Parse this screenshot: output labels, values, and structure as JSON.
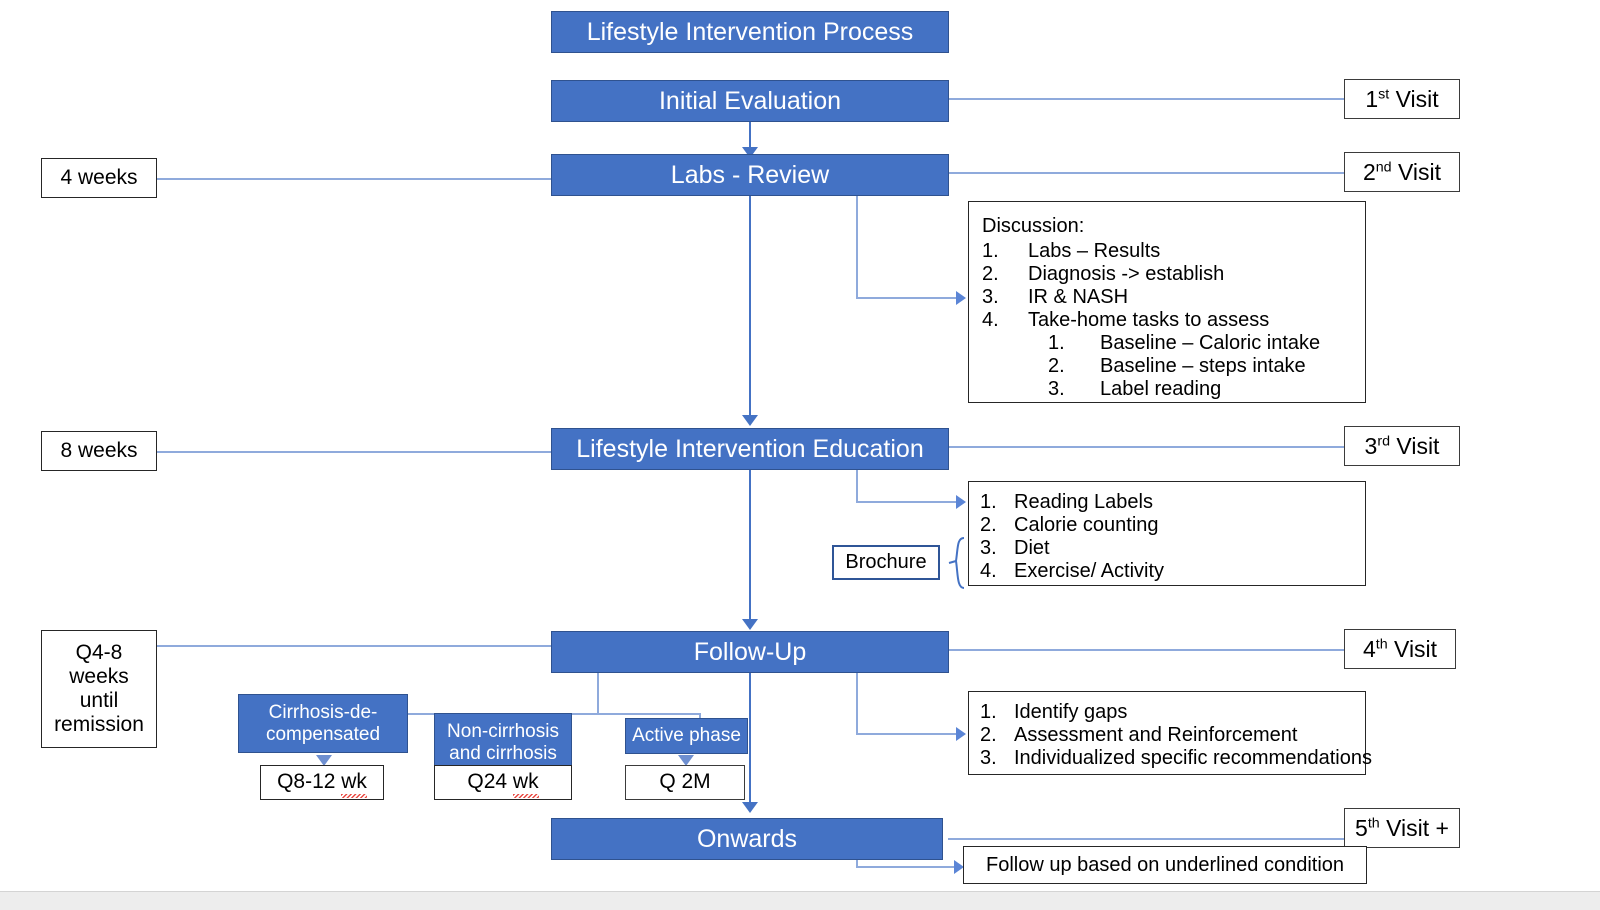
{
  "diagram": {
    "title": "Lifestyle Intervention Process",
    "stages": [
      {
        "id": "initial-evaluation",
        "label": "Initial Evaluation"
      },
      {
        "id": "labs-review",
        "label": "Labs - Review"
      },
      {
        "id": "lifestyle-intervention-education",
        "label": "Lifestyle Intervention Education"
      },
      {
        "id": "follow-up",
        "label": "Follow-Up"
      },
      {
        "id": "onwards",
        "label": "Onwards"
      }
    ],
    "visits": [
      {
        "id": "visit-1",
        "ordinal": "1",
        "suffix": "st",
        "word": "Visit",
        "plus": ""
      },
      {
        "id": "visit-2",
        "ordinal": "2",
        "suffix": "nd",
        "word": "Visit",
        "plus": ""
      },
      {
        "id": "visit-3",
        "ordinal": "3",
        "suffix": "rd",
        "word": "Visit",
        "plus": ""
      },
      {
        "id": "visit-4",
        "ordinal": "4",
        "suffix": "th",
        "word": "Visit",
        "plus": ""
      },
      {
        "id": "visit-5",
        "ordinal": "5",
        "suffix": "th",
        "word": "Visit",
        "plus": " +"
      }
    ],
    "intervals": {
      "four_weeks": "4 weeks",
      "eight_weeks": "8 weeks",
      "until_remission_line1": "Q4-8",
      "until_remission_line2": "weeks",
      "until_remission_line3": "until",
      "until_remission_line4": "remission"
    },
    "discussion_box": {
      "heading": "Discussion:",
      "items": [
        {
          "num": "1.",
          "text": "Labs – Results"
        },
        {
          "num": "2.",
          "text": "Diagnosis -> establish"
        },
        {
          "num": "3.",
          "text": "IR & NASH"
        },
        {
          "num": "4.",
          "text": "Take-home tasks to assess"
        }
      ],
      "subitems": [
        {
          "num": "1.",
          "text": "Baseline – Caloric intake"
        },
        {
          "num": "2.",
          "text": "Baseline – steps intake"
        },
        {
          "num": "3.",
          "text": "Label reading"
        }
      ]
    },
    "education_box": {
      "items": [
        {
          "num": "1.",
          "text": "Reading Labels"
        },
        {
          "num": "2.",
          "text": "Calorie counting"
        },
        {
          "num": "3.",
          "text": "Diet"
        },
        {
          "num": "4.",
          "text": "Exercise/ Activity"
        }
      ]
    },
    "brochure": {
      "label": "Brochure"
    },
    "followup_box": {
      "items": [
        {
          "num": "1.",
          "text": "Identify gaps"
        },
        {
          "num": "2.",
          "text": "Assessment and Reinforcement"
        },
        {
          "num": "3.",
          "text": "Individualized specific recommendations"
        }
      ]
    },
    "branches": [
      {
        "id": "cirrhosis-decompensated",
        "label_line1": "Cirrhosis-de-",
        "label_line2": "compensated",
        "interval_pre": "Q8-12 ",
        "interval_misspelled": "wk"
      },
      {
        "id": "non-cirrhosis-and-cirrhosis",
        "label_line1": "Non-cirrhosis",
        "label_line2": "and cirrhosis",
        "interval_pre": "Q24 ",
        "interval_misspelled": "wk"
      },
      {
        "id": "active-phase",
        "label_line1": "Active phase",
        "label_line2": "",
        "interval_pre": "Q 2M",
        "interval_misspelled": ""
      }
    ],
    "onwards_note": "Follow up based on underlined condition",
    "colors": {
      "box_fill": "#4472C4",
      "box_border": "#2F528F",
      "connector": "#8FAADC",
      "arrow": "#4472C4",
      "spellcheck": "#E8413A"
    }
  }
}
